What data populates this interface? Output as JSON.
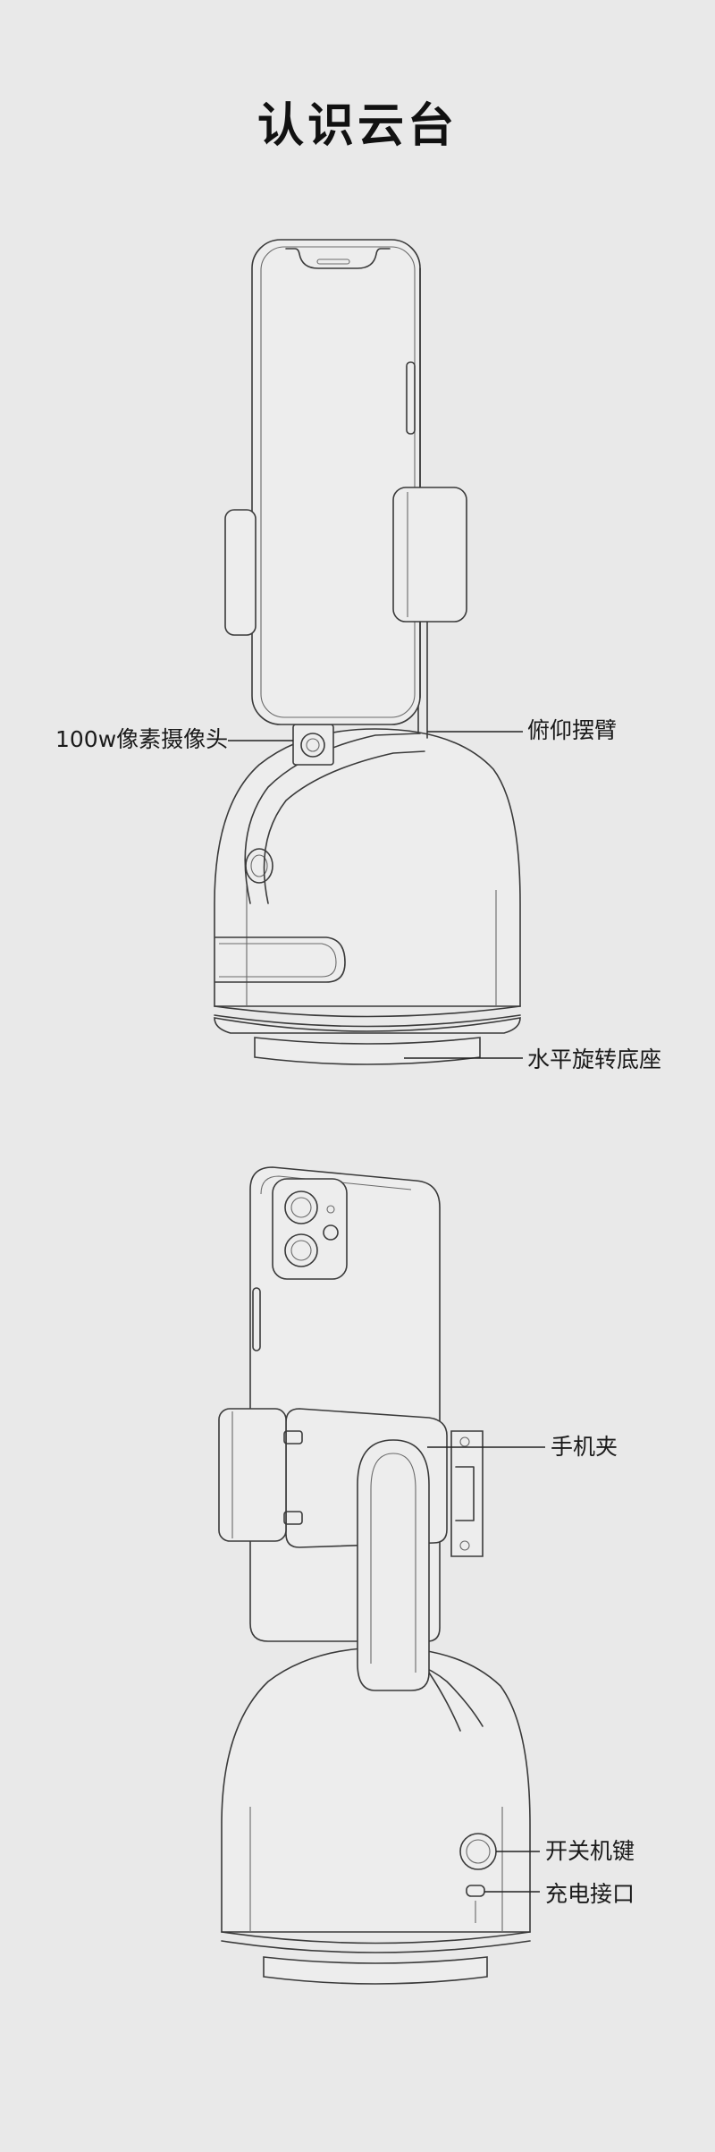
{
  "title": "认识云台",
  "labels": {
    "camera": "100w像素摄像头",
    "tilt_arm": "俯仰摆臂",
    "rotating_base": "水平旋转底座",
    "phone_clamp": "手机夹",
    "power_key": "开关机键",
    "charging_port": "充电接口"
  },
  "colors": {
    "background": "#e9e9e9",
    "line": "#3a3a3a",
    "text": "#1a1a1a"
  }
}
